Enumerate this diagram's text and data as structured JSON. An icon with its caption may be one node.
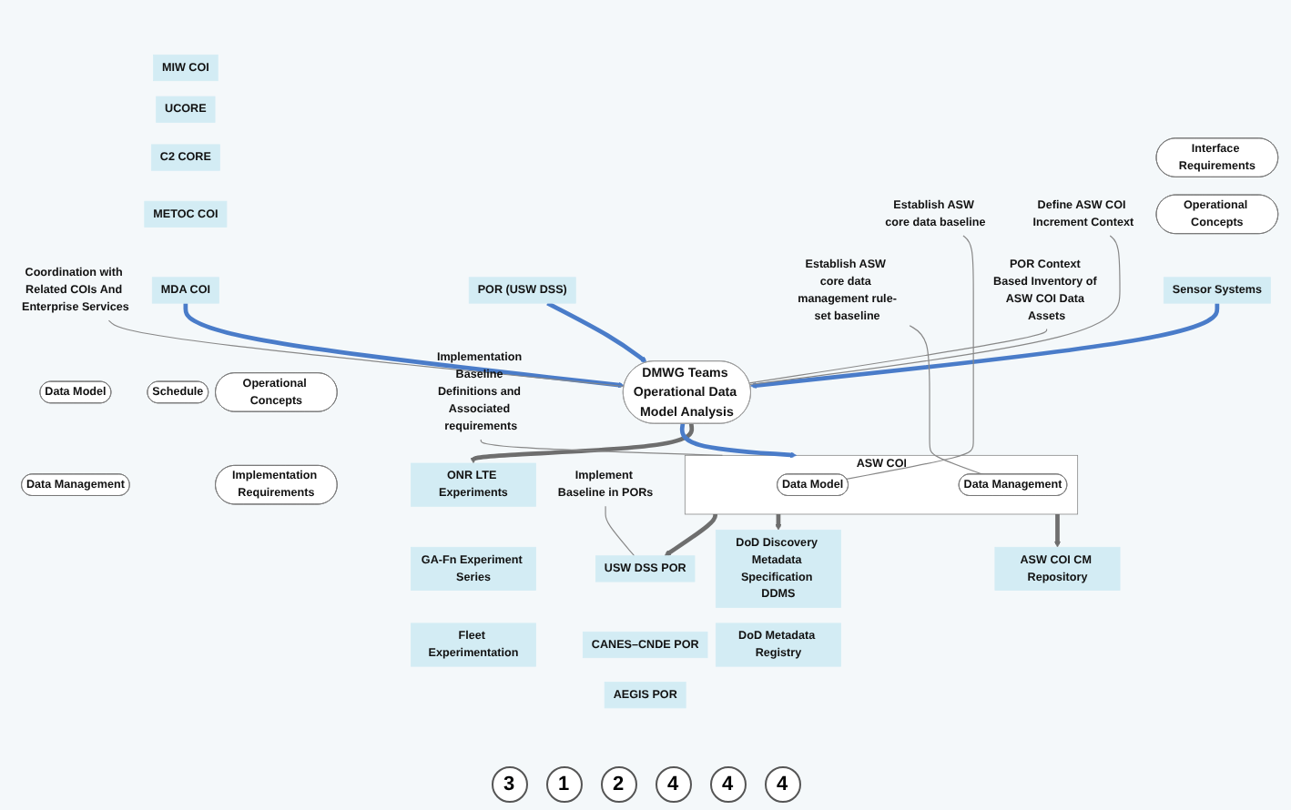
{
  "diagram": {
    "nodes": [
      {
        "text": [
          "Coordination with Related COIs And Enterprise Services"
        ]
      },
      {
        "text": [
          "MIW COI"
        ]
      },
      {
        "text": [
          "UCORE"
        ]
      },
      {
        "text": [
          "C2 CORE"
        ]
      },
      {
        "text": [
          "METOC COI"
        ]
      },
      {
        "text": [
          "MDA COI"
        ]
      },
      {
        "text": [
          "POR (USW DSS)"
        ]
      },
      {
        "text": [
          "Operational Concepts"
        ]
      },
      {
        "text": [
          "Schedule"
        ]
      },
      {
        "text": [
          "Implementation Requirements"
        ]
      },
      {
        "text": [
          "Data Model"
        ]
      },
      {
        "text": [
          "Data Management"
        ]
      },
      {
        "text": [
          "Establish ASW core data baseline"
        ]
      },
      {
        "text": [
          "Establish ASW core data management rule-set baseline"
        ]
      },
      {
        "text": [
          "ASW COI"
        ]
      },
      {
        "text": [
          "Data Model"
        ],
        "in": 14
      },
      {
        "text": [
          "Data Management"
        ],
        "in": 14
      },
      {
        "text": [
          "Implementation Baseline Definitions and Associated requirements"
        ]
      },
      {
        "text": [
          "Define ASW COI Increment Context"
        ]
      },
      {
        "text": [
          "POR Context Based Inventory of ASW COI Data Assets"
        ]
      },
      {
        "text": [
          "DMWG Teams Operational Data Model Analysis"
        ]
      },
      {
        "text": [
          "Implement Baseline in PORs"
        ]
      },
      {
        "text": [
          "Interface Requirements"
        ]
      },
      {
        "text": [
          "Operational Concepts"
        ]
      },
      {
        "text": [
          "Sensor Systems"
        ]
      },
      {
        "text": [
          "ASW COI CM Repository"
        ]
      },
      {
        "text": [
          "USW DSS POR"
        ]
      },
      {
        "text": [
          "CANES–CNDE POR"
        ]
      },
      {
        "text": [
          "AEGIS POR"
        ]
      },
      {
        "text": [
          "ONR LTE Experiments"
        ]
      },
      {
        "text": [
          "GA-Fn Experiment Series"
        ]
      },
      {
        "text": [
          "Fleet Experimentation"
        ]
      },
      {
        "text": [
          "DoD Discovery Metadata Specification DDMS"
        ]
      },
      {
        "text": [
          "DoD Metadata Registry"
        ]
      }
    ],
    "edges": [
      {
        "from": 5,
        "to": 20,
        "arrow": "to",
        "color": "#4a7cc9"
      },
      {
        "from": 6,
        "to": 20,
        "arrow": "to",
        "color": "#4a7cc9"
      },
      {
        "from": 24,
        "to": 20,
        "arrow": "to",
        "color": "#4a7cc9"
      },
      {
        "from": 20,
        "to": 14,
        "arrow": "to",
        "color": "#4a7cc9"
      },
      {
        "from": 20,
        "to": 29,
        "arrow": "to",
        "color": "#6e6e6e"
      },
      {
        "from": 14,
        "to": 25,
        "arrow": "to",
        "color": "#6e6e6e"
      },
      {
        "from": 14,
        "to": 32,
        "arrow": "to",
        "color": "#6e6e6e"
      },
      {
        "from": 14,
        "to": 26,
        "arrow": "to",
        "color": "#6e6e6e"
      },
      {
        "from": 0,
        "to": 20,
        "arrow": "none"
      },
      {
        "from": 18,
        "to": 20,
        "arrow": "none"
      },
      {
        "from": 19,
        "to": 20,
        "arrow": "none"
      },
      {
        "from": 12,
        "to": 15,
        "arrow": "none"
      },
      {
        "from": 13,
        "to": 16,
        "arrow": "none"
      },
      {
        "from": 17,
        "to": 14,
        "arrow": "none"
      },
      {
        "from": 21,
        "to": 26,
        "arrow": "none"
      }
    ],
    "labels": [
      "3",
      "1",
      "2",
      "4",
      "4",
      "4"
    ]
  }
}
